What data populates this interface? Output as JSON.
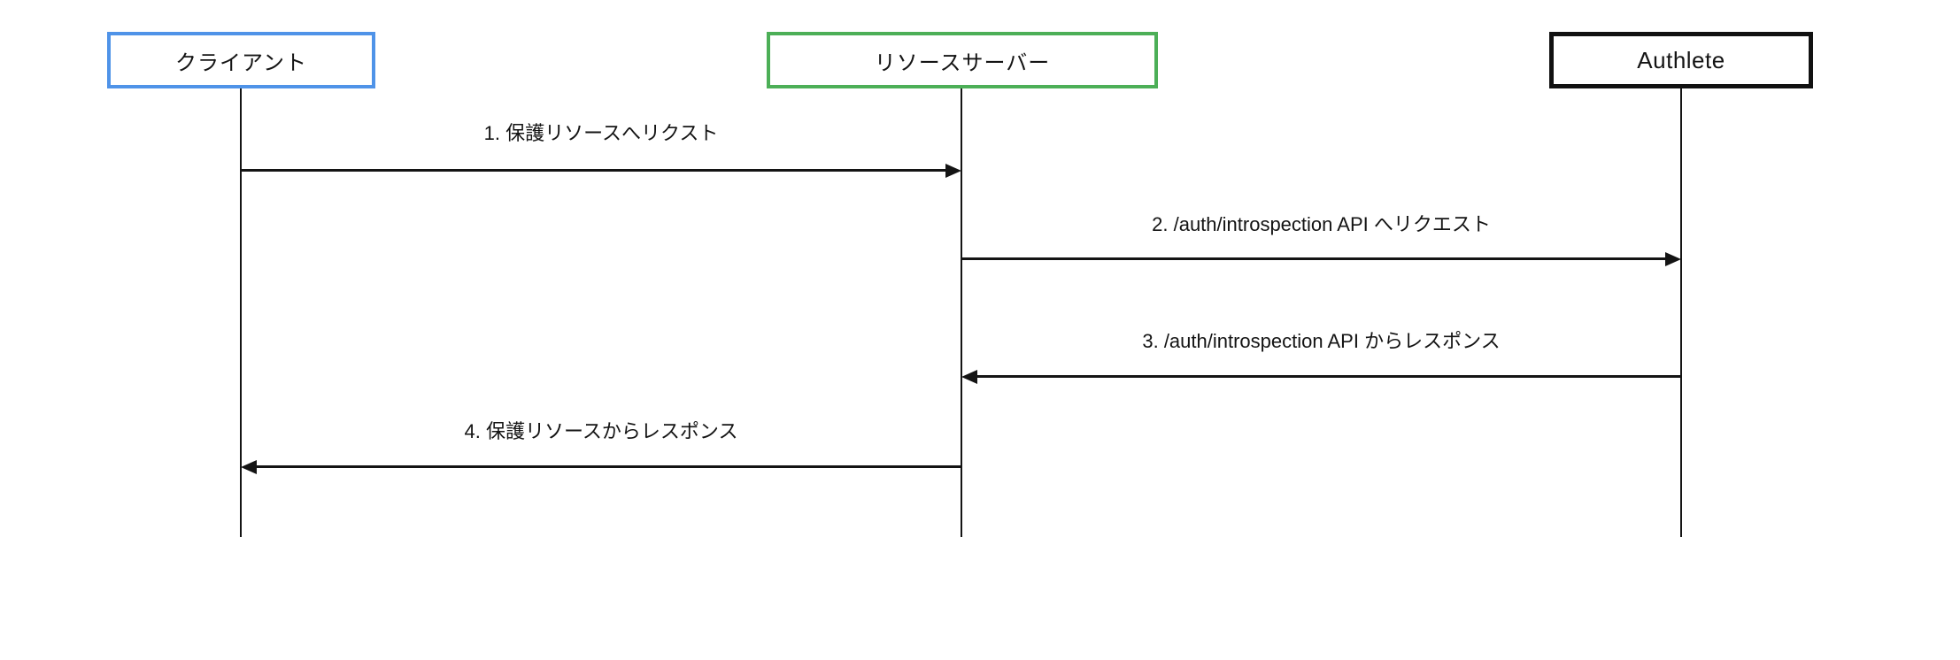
{
  "diagram": {
    "type": "sequence-diagram",
    "background": "#ffffff",
    "participants": [
      {
        "id": "client",
        "label": "クライアント",
        "border_color": "#4f93e8"
      },
      {
        "id": "resource-server",
        "label": "リソースサーバー",
        "border_color": "#4caf57"
      },
      {
        "id": "authlete",
        "label": "Authlete",
        "border_color": "#111111"
      }
    ],
    "messages": [
      {
        "seq": 1,
        "label": "1. 保護リソースへリクスト",
        "from": "クライアント",
        "to": "リソースサーバー",
        "direction": "right"
      },
      {
        "seq": 2,
        "label": "2. /auth/introspection API へリクエスト",
        "from": "リソースサーバー",
        "to": "Authlete",
        "direction": "right"
      },
      {
        "seq": 3,
        "label": "3. /auth/introspection API からレスポンス",
        "from": "Authlete",
        "to": "リソースサーバー",
        "direction": "left"
      },
      {
        "seq": 4,
        "label": "4. 保護リソースからレスポンス",
        "from": "リソースサーバー",
        "to": "クライアント",
        "direction": "left"
      }
    ],
    "colors": {
      "line": "#141414",
      "text": "#141414"
    }
  }
}
